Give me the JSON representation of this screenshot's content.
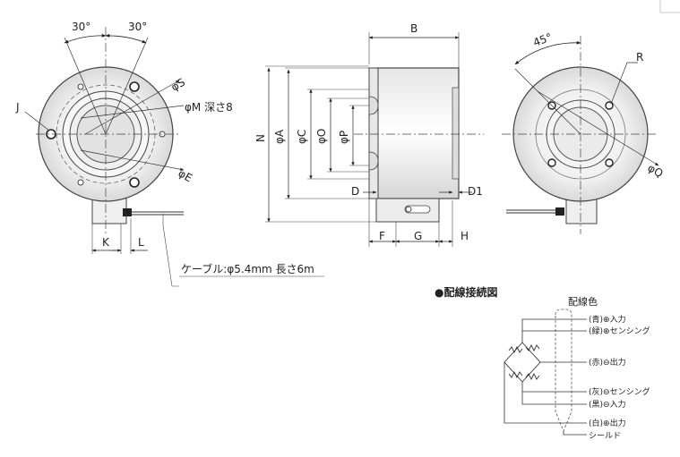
{
  "labels": {
    "angle_30_left": "30°",
    "angle_30_right": "30°",
    "angle_45": "45°",
    "J": "J",
    "phiS": "φS",
    "phiM": "φM 深さ8",
    "phiE": "φE",
    "K": "K",
    "L": "L",
    "B": "B",
    "N": "N",
    "phiA": "φA",
    "phiC": "φC",
    "phiO": "φO",
    "phiP": "φP",
    "D": "D",
    "D1": "D1",
    "F": "F",
    "G": "G",
    "H": "H",
    "R": "R",
    "phiQ": "φQ",
    "cable": "ケーブル:φ5.4mm 長さ6m"
  },
  "wiring": {
    "title": "●配線接続図",
    "color_header": "配線色",
    "items": [
      "(青)⊕入力",
      "(緑)⊕センシング",
      "(赤)⊖出力",
      "(灰)⊖センシング",
      "(黒)⊖入力",
      "(白)⊕出力",
      "シールド"
    ]
  }
}
